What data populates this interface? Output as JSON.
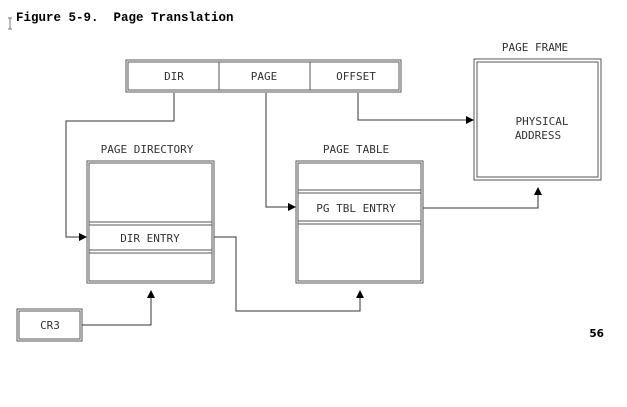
{
  "figure": {
    "title": "Figure 5-9.  Page Translation",
    "page_number": "56"
  },
  "linear_address": {
    "fields": [
      "DIR",
      "PAGE",
      "OFFSET"
    ]
  },
  "page_frame": {
    "label": "PAGE FRAME",
    "content": [
      "PHYSICAL",
      "ADDRESS"
    ]
  },
  "page_directory": {
    "label": "PAGE DIRECTORY",
    "entry": "DIR ENTRY"
  },
  "page_table": {
    "label": "PAGE TABLE",
    "entry": "PG TBL ENTRY"
  },
  "cr3": {
    "label": "CR3"
  }
}
